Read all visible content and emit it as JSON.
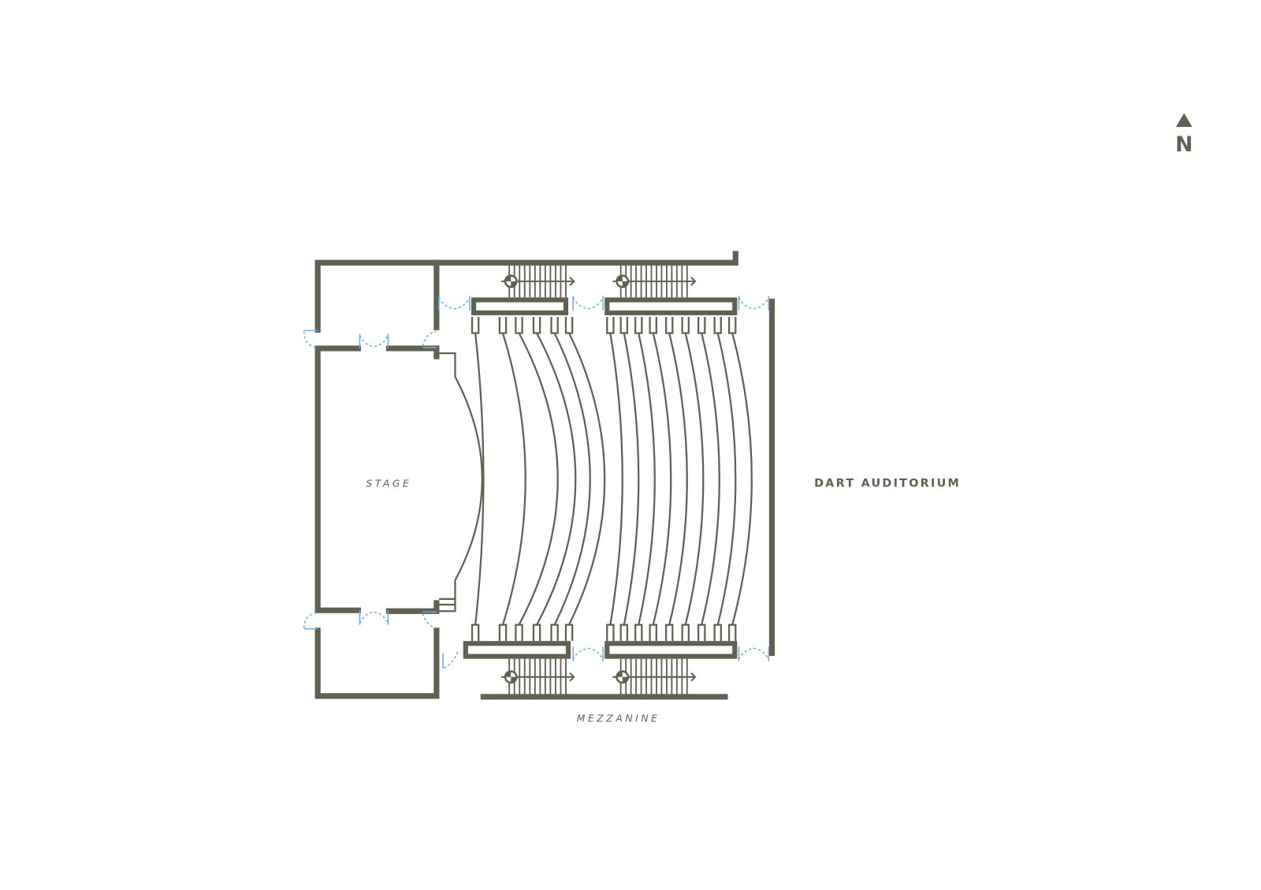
{
  "plan": {
    "stage_label": "STAGE",
    "mezzanine_label": "MEZZANINE",
    "building_label": "DART AUDITORIUM",
    "north_label": "N"
  },
  "colors": {
    "wall": "#5f6152",
    "door": "#6aaee0"
  },
  "icons": {
    "north": "north-arrow-icon",
    "stairs": "stairs-icon",
    "door": "door-swing-icon"
  }
}
